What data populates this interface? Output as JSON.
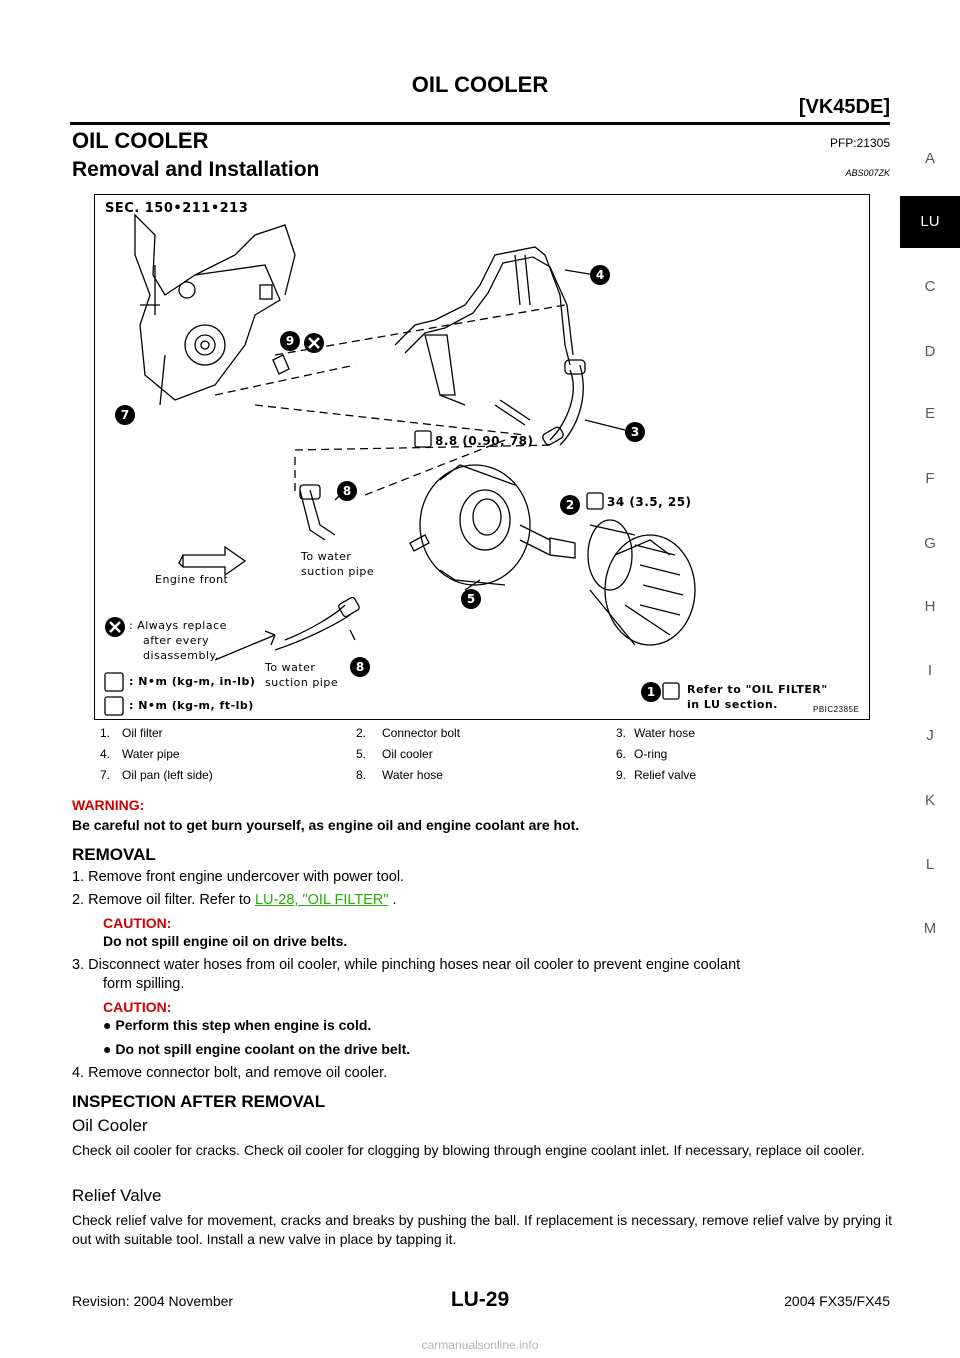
{
  "header": {
    "title": "OIL COOLER",
    "model": "[VK45DE]"
  },
  "section": {
    "title": "OIL COOLER",
    "code": "PFP:21305"
  },
  "subsection": {
    "title": "Removal and Installation",
    "code": "ABS007ZK"
  },
  "side_tabs": [
    "A",
    "LU",
    "C",
    "D",
    "E",
    "F",
    "G",
    "H",
    "I",
    "J",
    "K",
    "L",
    "M"
  ],
  "figure": {
    "sec": "SEC. 150•211•213",
    "torque_connector": "8.8 (0.90, 78)",
    "torque_bolt": "34 (3.5, 25)",
    "engine_front": "Engine front",
    "to_water_1a": "To water",
    "to_water_1b": "suction pipe",
    "to_water_2a": "To water",
    "to_water_2b": "suction pipe",
    "always_1": ": Always replace",
    "always_2": "after every",
    "always_3": "disassembly.",
    "nm_in": ": N•m (kg-m, in-lb)",
    "nm_ft": ": N•m (kg-m, ft-lb)",
    "refer_1": "Refer to \"OIL FILTER\"",
    "refer_2": "in LU section.",
    "code": "PBIC2385E",
    "callouts": [
      "1",
      "2",
      "3",
      "4",
      "5",
      "7",
      "8",
      "8",
      "9"
    ]
  },
  "legend": [
    [
      "1.",
      "Oil filter",
      "2.",
      "Connector bolt",
      "3.",
      "Water hose"
    ],
    [
      "4.",
      "Water pipe",
      "5.",
      "Oil cooler",
      "6.",
      "O-ring"
    ],
    [
      "7.",
      "Oil pan (left side)",
      "8.",
      "Water hose",
      "9.",
      "Relief valve"
    ]
  ],
  "warning": {
    "label": "WARNING:",
    "text": "Be careful not to get burn yourself, as engine oil and engine coolant are hot."
  },
  "removal": {
    "heading": "REMOVAL",
    "step1": "1. Remove front engine undercover with power tool.",
    "step2_pre": "2. Remove oil filter. Refer to ",
    "step2_link": "LU-28, \"OIL FILTER\"",
    "step2_post": " .",
    "caution1_label": "CAUTION:",
    "caution1_text": "Do not spill engine oil on drive belts.",
    "step3a": "3. Disconnect water hoses from oil cooler, while pinching hoses near oil cooler to prevent engine coolant",
    "step3b": "form spilling.",
    "caution2_label": "CAUTION:",
    "caution2_b1": "Perform this step when engine is cold.",
    "caution2_b2": "Do not spill engine coolant on the drive belt.",
    "step4": "4. Remove connector bolt, and remove oil cooler."
  },
  "inspection": {
    "heading": "INSPECTION AFTER REMOVAL",
    "oil_cooler_heading": "Oil Cooler",
    "oil_cooler_text": "Check oil cooler for cracks. Check oil cooler for clogging by blowing through engine coolant inlet. If necessary, replace oil cooler.",
    "relief_heading": "Relief Valve",
    "relief_text": "Check relief valve for movement, cracks and breaks by pushing the ball. If replacement is necessary, remove relief valve by prying it out with suitable tool. Install a new valve in place by tapping it."
  },
  "footer": {
    "revision": "Revision: 2004 November",
    "page": "LU-29",
    "model": "2004 FX35/FX45",
    "site": "carmanualsonline.info"
  }
}
